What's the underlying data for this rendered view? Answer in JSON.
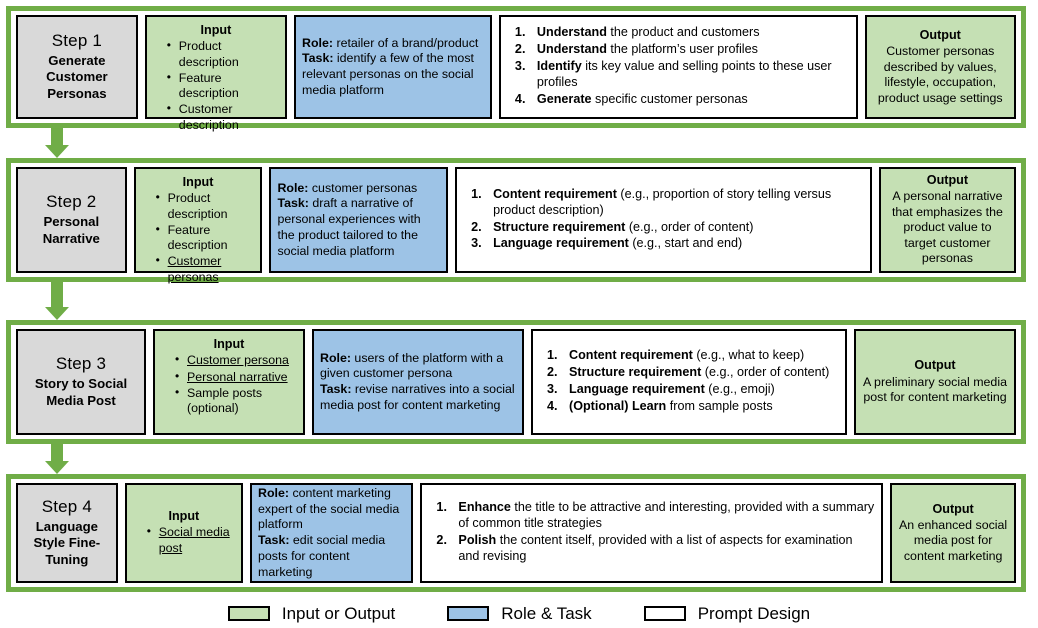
{
  "legend": {
    "items": [
      {
        "label": "Input or Output",
        "color": "#c5e0b4",
        "name": "input-output"
      },
      {
        "label": "Role & Task",
        "color": "#9dc3e6",
        "name": "role-task"
      },
      {
        "label": "Prompt Design",
        "color": "#ffffff",
        "name": "prompt-design"
      }
    ]
  },
  "colors": {
    "frame_green": "#70ad47",
    "step_gray": "#d9d9d9",
    "input_output_green": "#c5e0b4",
    "role_task_blue": "#9dc3e6",
    "prompt_white": "#ffffff",
    "border_black": "#000000"
  },
  "steps": [
    {
      "number": "Step 1",
      "title": "Generate Customer Personas",
      "input": {
        "heading": "Input",
        "items": [
          {
            "text": "Product description",
            "underline": false
          },
          {
            "text": "Feature description",
            "underline": false
          },
          {
            "text": "Customer description",
            "underline": false
          }
        ]
      },
      "role_task": {
        "role_label": "Role:",
        "role_text": " retailer of a brand/product",
        "task_label": "Task:",
        "task_text": " identify a few of the most relevant personas on the social media platform"
      },
      "prompt": [
        {
          "bold": "Understand",
          "rest": " the product and customers"
        },
        {
          "bold": "Understand",
          "rest": " the platform’s user profiles"
        },
        {
          "bold": "Identify",
          "rest": " its key value and selling points to these user profiles"
        },
        {
          "bold": "Generate",
          "rest": " specific customer personas"
        }
      ],
      "output": {
        "heading": "Output",
        "text": "Customer personas described by values, lifestyle, occupation, product usage settings"
      }
    },
    {
      "number": "Step 2",
      "title": "Personal Narrative",
      "input": {
        "heading": "Input",
        "items": [
          {
            "text": "Product description",
            "underline": false
          },
          {
            "text": "Feature description",
            "underline": false
          },
          {
            "text": "Customer personas",
            "underline": true
          }
        ]
      },
      "role_task": {
        "role_label": "Role:",
        "role_text": " customer personas",
        "task_label": "Task:",
        "task_text": " draft a narrative of personal experiences with the product tailored to the social media platform"
      },
      "prompt": [
        {
          "bold": "Content requirement",
          "rest": " (e.g., proportion of story telling versus product description)"
        },
        {
          "bold": "Structure requirement",
          "rest": " (e.g., order of content)"
        },
        {
          "bold": "Language requirement",
          "rest": " (e.g., start and end)"
        }
      ],
      "output": {
        "heading": "Output",
        "text": "A personal narrative that emphasizes the product value to target customer personas"
      }
    },
    {
      "number": "Step 3",
      "title": "Story to Social Media Post",
      "input": {
        "heading": "Input",
        "items": [
          {
            "text": "Customer persona",
            "underline": true
          },
          {
            "text": "Personal narrative",
            "underline": true
          },
          {
            "text": "Sample posts (optional)",
            "underline": false
          }
        ]
      },
      "role_task": {
        "role_label": "Role:",
        "role_text": " users of the platform with a given customer persona",
        "task_label": "Task:",
        "task_text": " revise narratives into a social media post for content marketing"
      },
      "prompt": [
        {
          "bold": "Content requirement",
          "rest": " (e.g., what to keep)"
        },
        {
          "bold": "Structure requirement",
          "rest": " (e.g., order of content)"
        },
        {
          "bold": "Language requirement",
          "rest": " (e.g., emoji)"
        },
        {
          "bold": "(Optional) Learn",
          "rest": " from sample posts"
        }
      ],
      "output": {
        "heading": "Output",
        "text": "A preliminary social media post for content marketing"
      }
    },
    {
      "number": "Step 4",
      "title": "Language Style Fine-Tuning",
      "input": {
        "heading": "Input",
        "items": [
          {
            "text": "Social media post",
            "underline": true
          }
        ]
      },
      "role_task": {
        "role_label": "Role:",
        "role_text": " content marketing expert of the social media platform",
        "task_label": "Task:",
        "task_text": " edit social media posts for content marketing"
      },
      "prompt": [
        {
          "bold": "Enhance",
          "rest": " the title to be attractive and interesting, provided with a summary of common title strategies"
        },
        {
          "bold": "Polish",
          "rest": " the content itself, provided with a list of aspects for examination and revising"
        }
      ],
      "output": {
        "heading": "Output",
        "text": "An enhanced social media post for content marketing"
      }
    }
  ],
  "arrows": [
    {
      "name": "arrow-step1-to-step2"
    },
    {
      "name": "arrow-step2-to-step3"
    },
    {
      "name": "arrow-step3-to-step4"
    }
  ]
}
